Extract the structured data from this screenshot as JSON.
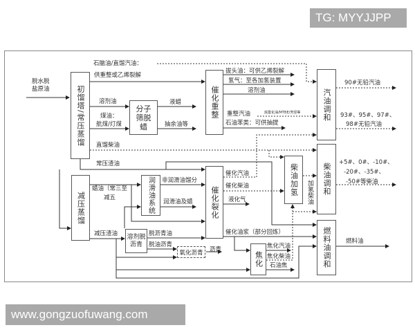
{
  "watermarks": {
    "top": "TG: MYYJJPP",
    "bottom": "www.gongzuofuwang.com"
  },
  "units": {
    "atmospheric": "初馏塔/常压蒸馏",
    "vacuum": "减压蒸馏",
    "molecular_sieve": "分子筛脱蜡",
    "reforming": "催化重整",
    "cracking": "催化裂化",
    "lube": "润滑油系统",
    "deasphalting": "溶剂脱沥青",
    "oxidized_asphalt": "氧化沥青",
    "coking": "焦化",
    "diesel_hydro": "柴油加氢",
    "gasoline_blend": "汽油调和",
    "diesel_blend": "柴油调和",
    "fuel_blend": "燃料油调和"
  },
  "labels": {
    "crude_1": "脱水脱",
    "crude_2": "盐原油",
    "naphtha_1": "石脑油/直馏汽油：",
    "naphtha_2": "供重整或乙烯裂解",
    "solvent_oil": "溶剂油",
    "kerosene_1": "煤油：",
    "kerosene_2": "航煤/灯煤",
    "liquid_wax": "液蜡",
    "raffinate": "抽余油等",
    "straight_diesel": "直馏柴油",
    "atm_residue": "常压渣油",
    "topping_oil": "拔头油：可供乙烯裂解",
    "hydrogen": "氢气：至各加氢装置",
    "reform_solvent": "溶剂油",
    "reformate": "重整汽油",
    "alkylate": "烷基化油/MTBE/芳烃等",
    "aromatics": "石油苯类：可供抽提",
    "gas90": "90#无铅汽油",
    "gas93_1": "93#、95#、97#、",
    "gas93_2": "98#无铅汽油",
    "wax_oil_1": "蜡油（常三至",
    "wax_oil_2": "减五",
    "non_lube": "非润滑油馏分",
    "lube_wax": "润滑油及蜡",
    "vac_residue": "减压渣油",
    "dao": "脱沥青油",
    "deoiled_asphalt": "脱油沥青",
    "asphalt": "沥青",
    "fcc_gasoline": "催化汽油",
    "fcc_diesel": "催化柴油",
    "lpg": "液化气",
    "slurry": "催化油浆（部分回炼）",
    "coker_gasoline": "焦化汽油",
    "coker_diesel": "焦化柴油",
    "pet_coke": "石油焦",
    "hydro_diesel": "加氢柴油",
    "diesel_1": "+5#、0#、-10#、",
    "diesel_2": "-20#、-35#、",
    "diesel_3": "-50#等柴油",
    "fuel_oil": "燃料油"
  }
}
